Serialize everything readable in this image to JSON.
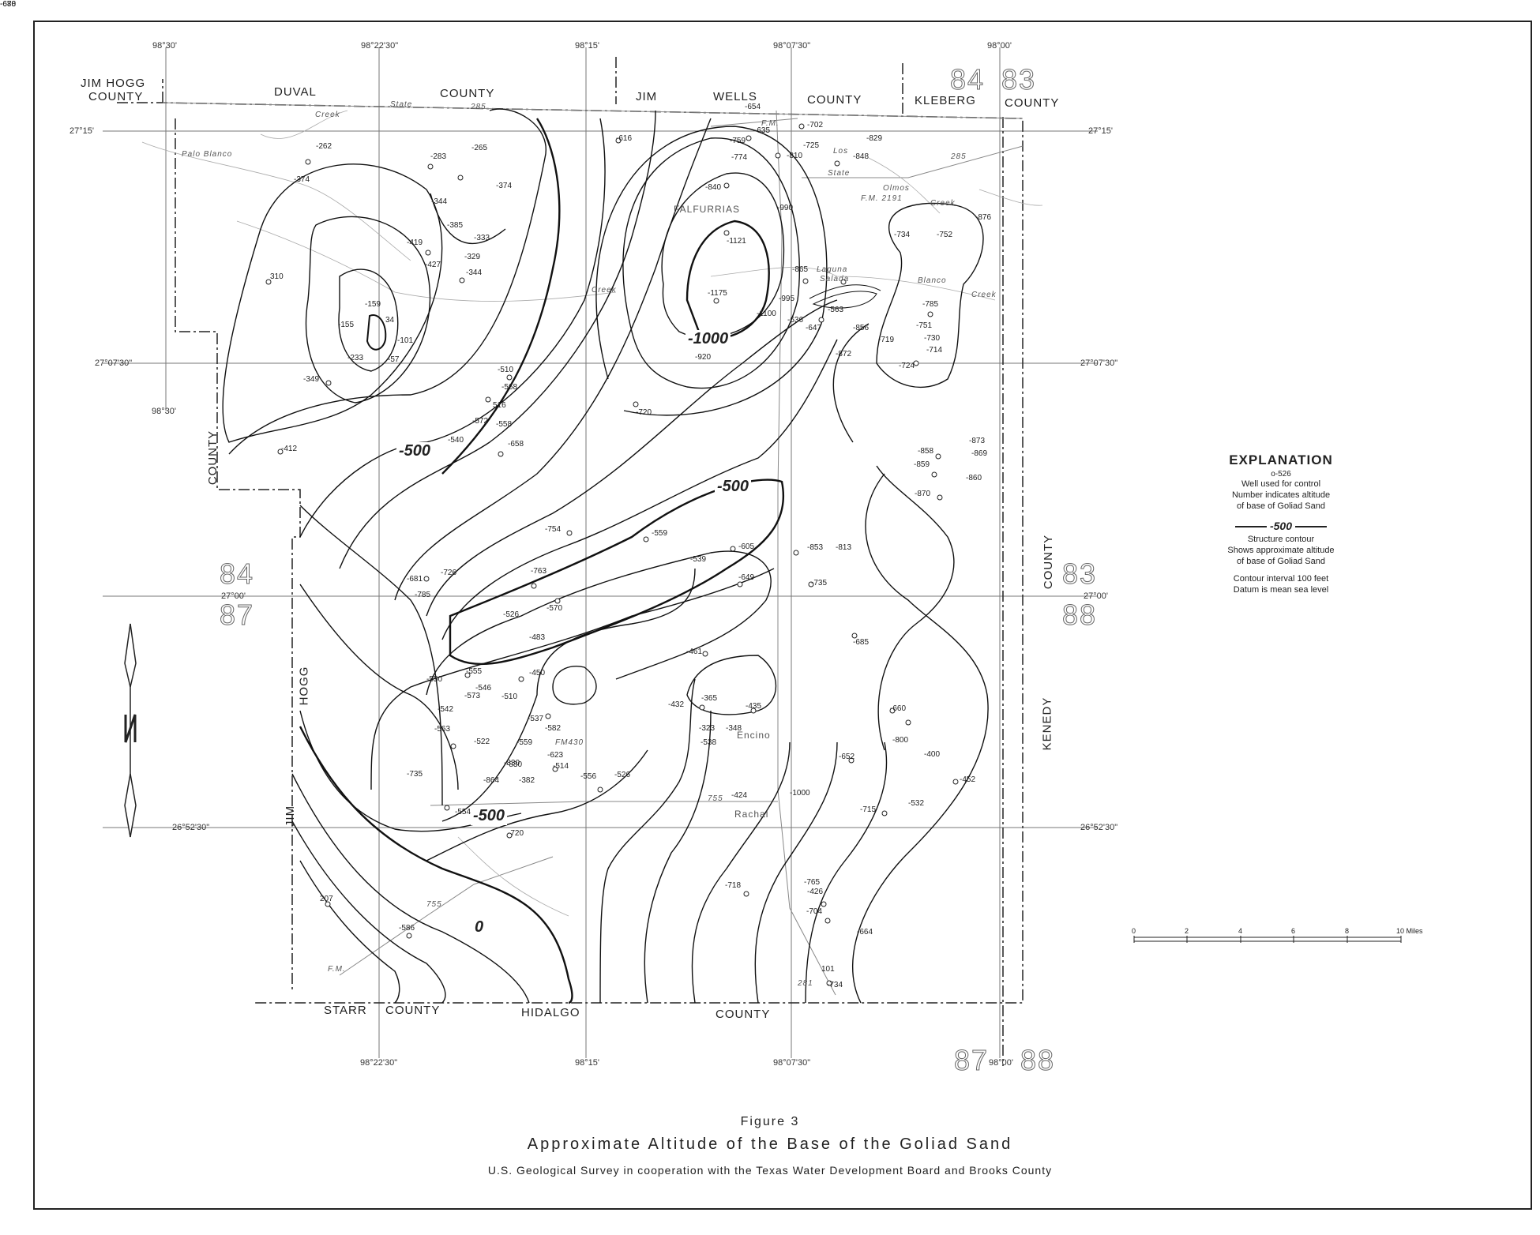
{
  "figure": {
    "number": "Figure 3",
    "title": "Approximate Altitude of the Base of the Goliad Sand",
    "credit": "U.S. Geological Survey in cooperation with the Texas Water Development Board and Brooks County"
  },
  "explanation": {
    "title": "EXPLANATION",
    "sample_value": "-526",
    "well_caption": "Well used for control",
    "well_note_1": "Number indicates altitude",
    "well_note_2": "of base of Goliad Sand",
    "contour_sample": "-500",
    "contour_caption": "Structure contour",
    "contour_note_1": "Shows approximate altitude",
    "contour_note_2": "of base of Goliad Sand",
    "interval": "Contour interval 100 feet",
    "datum": "Datum is mean sea level"
  },
  "counties": {
    "jim_hogg_1": "JIM HOGG",
    "jim_hogg_2": "COUNTY",
    "duval": "DUVAL",
    "duval_county": "COUNTY",
    "jim_wells_1": "JIM",
    "jim_wells_2": "WELLS",
    "jim_wells_county": "COUNTY",
    "kleberg": "KLEBERG",
    "kleberg_county": "COUNTY",
    "county_left": "COUNTY",
    "hogg": "HOGG",
    "jim": "JIM",
    "county_right": "COUNTY",
    "kenedy": "KENEDY",
    "starr": "STARR",
    "starr_county": "COUNTY",
    "hidalgo": "HIDALGO",
    "hidalgo_county": "COUNTY"
  },
  "coordinates": {
    "top": [
      "98°30'",
      "98°22'30\"",
      "98°15'",
      "98°07'30\"",
      "98°00'"
    ],
    "bottom": [
      "98°22'30\"",
      "98°15'",
      "98°07'30\"",
      "98°00'"
    ],
    "left": [
      "27°15'",
      "27°07'30\"",
      "98°30'",
      "27°00'",
      "26°52'30\""
    ],
    "right": [
      "27°15'",
      "27°07'30\"",
      "27°00'",
      "26°52'30\""
    ]
  },
  "grid_numbers": {
    "top_left": "84",
    "top_right": "83",
    "left_upper": "84",
    "left_lower": "87",
    "right_upper": "83",
    "right_lower": "88",
    "bottom_left": "87",
    "bottom_right": "88"
  },
  "towns": {
    "falfurrias": "FALFURRIAS",
    "encino": "Encino",
    "rachal": "Rachal",
    "laguna": "Laguna",
    "salada": "Salada"
  },
  "features": {
    "state": "State",
    "state_no": "285",
    "state2": "State",
    "fm2191": "F.M. 2191",
    "creek1": "Creek",
    "creek2": "Creek",
    "creek3": "Creek",
    "creek4": "Creek",
    "palo_blanco": "Palo   Blanco",
    "blanco": "Blanco",
    "olmos": "Olmos",
    "los": "Los",
    "fm": "F.M.",
    "fm430": "FM430",
    "fm755": "755",
    "fm755b": "755",
    "us281": "281",
    "fm_lower": "F.M.",
    "r285": "285"
  },
  "contour_labels": [
    "-500",
    "-1000",
    "-500",
    "-500",
    "0"
  ],
  "scale": {
    "ticks": [
      "0",
      "2",
      "4",
      "6",
      "8",
      "10 Miles"
    ]
  },
  "wells": [
    "-262",
    "-374",
    "-283",
    "-265",
    "-374",
    "-344",
    "-385",
    "-333",
    "-419",
    "-329",
    "-427",
    "-344",
    "310",
    "-159",
    "-155",
    "34",
    "-101",
    "-233",
    "-57",
    "-349",
    "-412",
    "-616",
    "-654",
    "-635",
    "-702",
    "-759",
    "-725",
    "-829",
    "-774",
    "-810",
    "-848",
    "-840",
    "-990",
    "-876",
    "-1121",
    "-734",
    "-752",
    "-865",
    "-1175",
    "-995",
    "-1100",
    "-636",
    "-563",
    "-647",
    "-856",
    "-785",
    "-751",
    "-719",
    "-730",
    "-714",
    "-872",
    "-724",
    "-920",
    "-1000",
    "-510",
    "-568",
    "516",
    "-572",
    "-558",
    "-540",
    "-658",
    "-720",
    "-873",
    "-858",
    "-869",
    "-859",
    "-860",
    "-870",
    "-754",
    "-559",
    "-605",
    "-853",
    "-813",
    "-539",
    "-649",
    "-735",
    "-681",
    "-726",
    "-763",
    "-785",
    "-526",
    "-570",
    "-483",
    "-685",
    "-461",
    "-555",
    "-550",
    "-546",
    "-450",
    "-573",
    "-510",
    "-542",
    "-537",
    "-582",
    "-432",
    "-365",
    "-435",
    "-563",
    "-522",
    "-559",
    "-623",
    "-323",
    "-348",
    "-660",
    "-800",
    "-830",
    "-830",
    "-514",
    "-538",
    "-652",
    "-400",
    "-735",
    "-864",
    "-382",
    "-556",
    "-526",
    "-424",
    "-452",
    "-554",
    "-715",
    "-532",
    "-720",
    "-765",
    "-426",
    "-718",
    "-704",
    "207",
    "-586",
    "-664",
    "101",
    "-734",
    "-670",
    "-688"
  ]
}
